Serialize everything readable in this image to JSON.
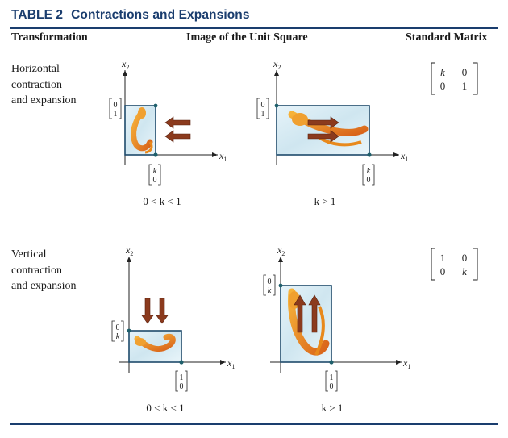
{
  "table": {
    "label": "TABLE 2",
    "title": "Contractions and Expansions"
  },
  "headers": {
    "transformation": "Transformation",
    "image": "Image of the Unit Square",
    "matrix": "Standard Matrix"
  },
  "rows": [
    {
      "label_lines": [
        "Horizontal",
        "contraction",
        "and expansion"
      ],
      "conditions": [
        "0 < k < 1",
        "k > 1"
      ],
      "matrix": [
        [
          "k",
          "0"
        ],
        [
          "0",
          "1"
        ]
      ]
    },
    {
      "label_lines": [
        "Vertical",
        "contraction",
        "and expansion"
      ],
      "conditions": [
        "0 < k < 1",
        "k > 1"
      ],
      "matrix": [
        [
          "1",
          "0"
        ],
        [
          "0",
          "k"
        ]
      ]
    }
  ],
  "axes": {
    "x": "x",
    "x_sub": "1",
    "y": "x",
    "y_sub": "2"
  },
  "vectors": {
    "e2": [
      "0",
      "1"
    ],
    "e1": [
      "1",
      "0"
    ],
    "ke1": [
      "k",
      "0"
    ],
    "ke2": [
      "0",
      "k"
    ]
  },
  "colors": {
    "heading": "#1a3d6e",
    "frame": "#1e4a6b",
    "fish": "#e8891c",
    "arrow": "#8b3a1d",
    "fill": "#d8ecf4"
  }
}
